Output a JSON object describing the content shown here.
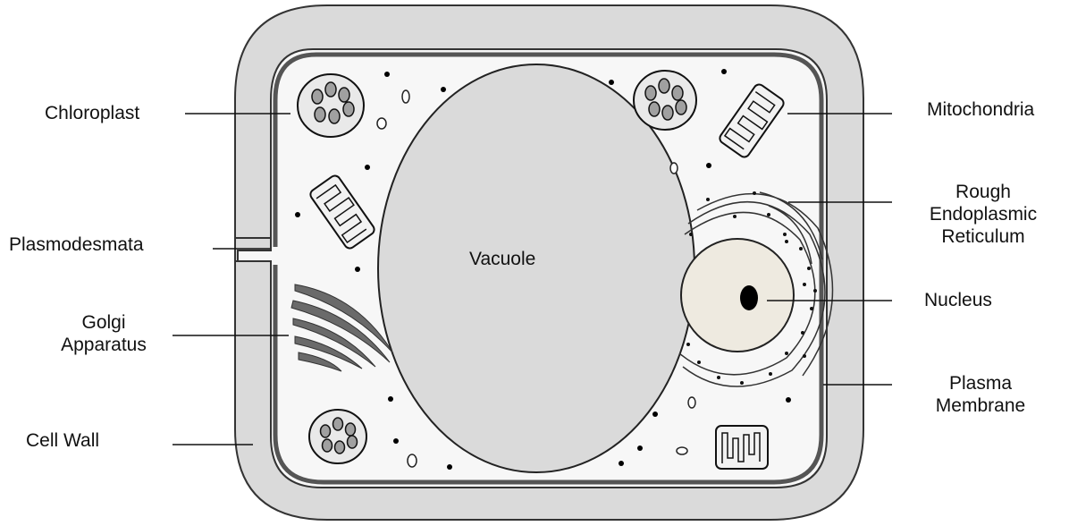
{
  "diagram": {
    "labels": {
      "chloroplast": "Chloroplast",
      "plasmodesmata": "Plasmodesmata",
      "golgi_line1": "Golgi",
      "golgi_line2": "Apparatus",
      "cell_wall": "Cell Wall",
      "vacuole": "Vacuole",
      "mitochondria": "Mitochondria",
      "rer_line1": "Rough",
      "rer_line2": "Endoplasmic",
      "rer_line3": "Reticulum",
      "nucleus": "Nucleus",
      "plasma_line1": "Plasma",
      "plasma_line2": "Membrane"
    },
    "colors": {
      "cell_wall": "#dadada",
      "cytoplasm": "#f7f7f7",
      "membrane": "#555555",
      "vacuole": "#dadada",
      "nucleus": "#eeeae0",
      "nucleolus": "#000000",
      "organelle_outline": "#111111",
      "golgi": "#6a6a6a"
    }
  }
}
